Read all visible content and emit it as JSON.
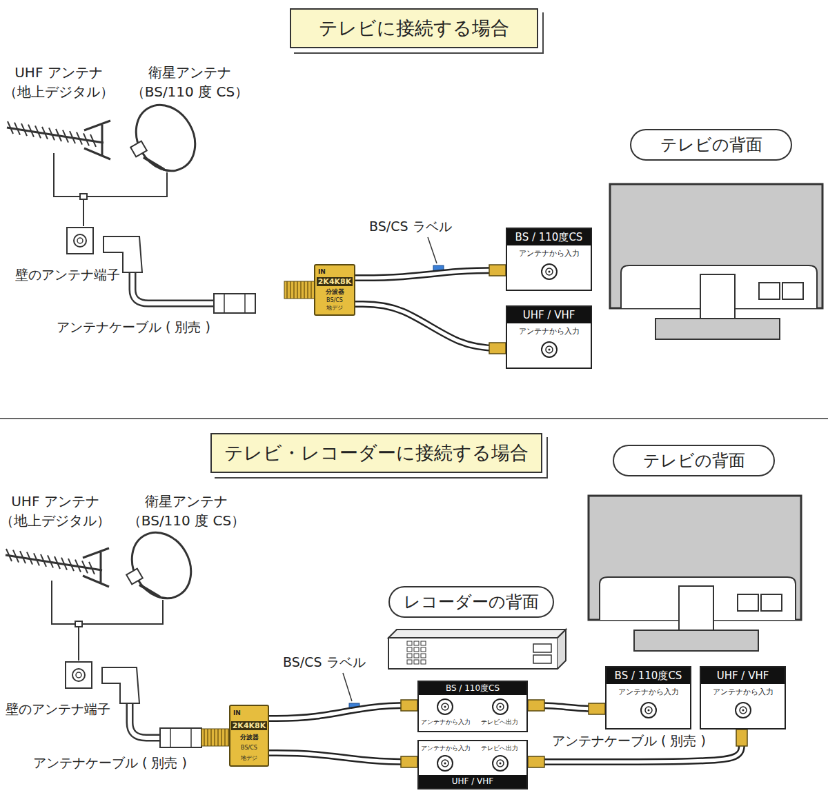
{
  "diagram": {
    "nodes": [
      {
        "text": [
          "テレビに接続する場合"
        ]
      },
      {
        "text": [
          "テレビの背面"
        ]
      },
      {
        "text": [
          "IN",
          "2K4K8K",
          "分波器",
          "BS/CS",
          "地デジ"
        ]
      },
      {
        "text": [
          "BS / 110度CS",
          "アンテナから入力"
        ]
      },
      {
        "text": [
          "UHF / VHF",
          "アンテナから入力"
        ]
      },
      {
        "text": [
          "テレビ・レコーダーに接続する場合"
        ]
      },
      {
        "text": [
          "テレビの背面"
        ]
      },
      {
        "text": [
          "レコーダーの背面"
        ]
      },
      {
        "text": [
          "IN",
          "2K4K8K",
          "分波器",
          "BS/CS",
          "地デジ"
        ]
      },
      {
        "text": [
          "BS / 110度CS",
          "アンテナから入力",
          "テレビへ出力"
        ]
      },
      {
        "text": [
          "アンテナから入力",
          "テレビへ出力",
          "UHF / VHF"
        ]
      },
      {
        "text": [
          "BS / 110度CS",
          "アンテナから入力"
        ]
      },
      {
        "text": [
          "UHF / VHF",
          "アンテナから入力"
        ]
      }
    ],
    "edges": [
      {
        "from": 2,
        "to": 3,
        "arrow": "none"
      },
      {
        "from": 2,
        "to": 4,
        "arrow": "none"
      },
      {
        "from": 8,
        "to": 9,
        "arrow": "none"
      },
      {
        "from": 8,
        "to": 10,
        "arrow": "none"
      },
      {
        "from": 9,
        "to": 11,
        "arrow": "none"
      },
      {
        "from": 10,
        "to": 12,
        "arrow": "none"
      }
    ],
    "labels": [
      "UHF アンテナ",
      "（地上デジタル）",
      "衛星アンテナ",
      "（BS/110 度 CS）",
      "壁のアンテナ端子",
      "アンテナケーブル ( 別売 )",
      "BS/CS ラベル",
      "UHF アンテナ",
      "（地上デジタル）",
      "衛星アンテナ",
      "（BS/110 度 CS）",
      "壁のアンテナ端子",
      "アンテナケーブル ( 別売 )",
      "BS/CS ラベル",
      "アンテナケーブル ( 別売 )"
    ]
  }
}
